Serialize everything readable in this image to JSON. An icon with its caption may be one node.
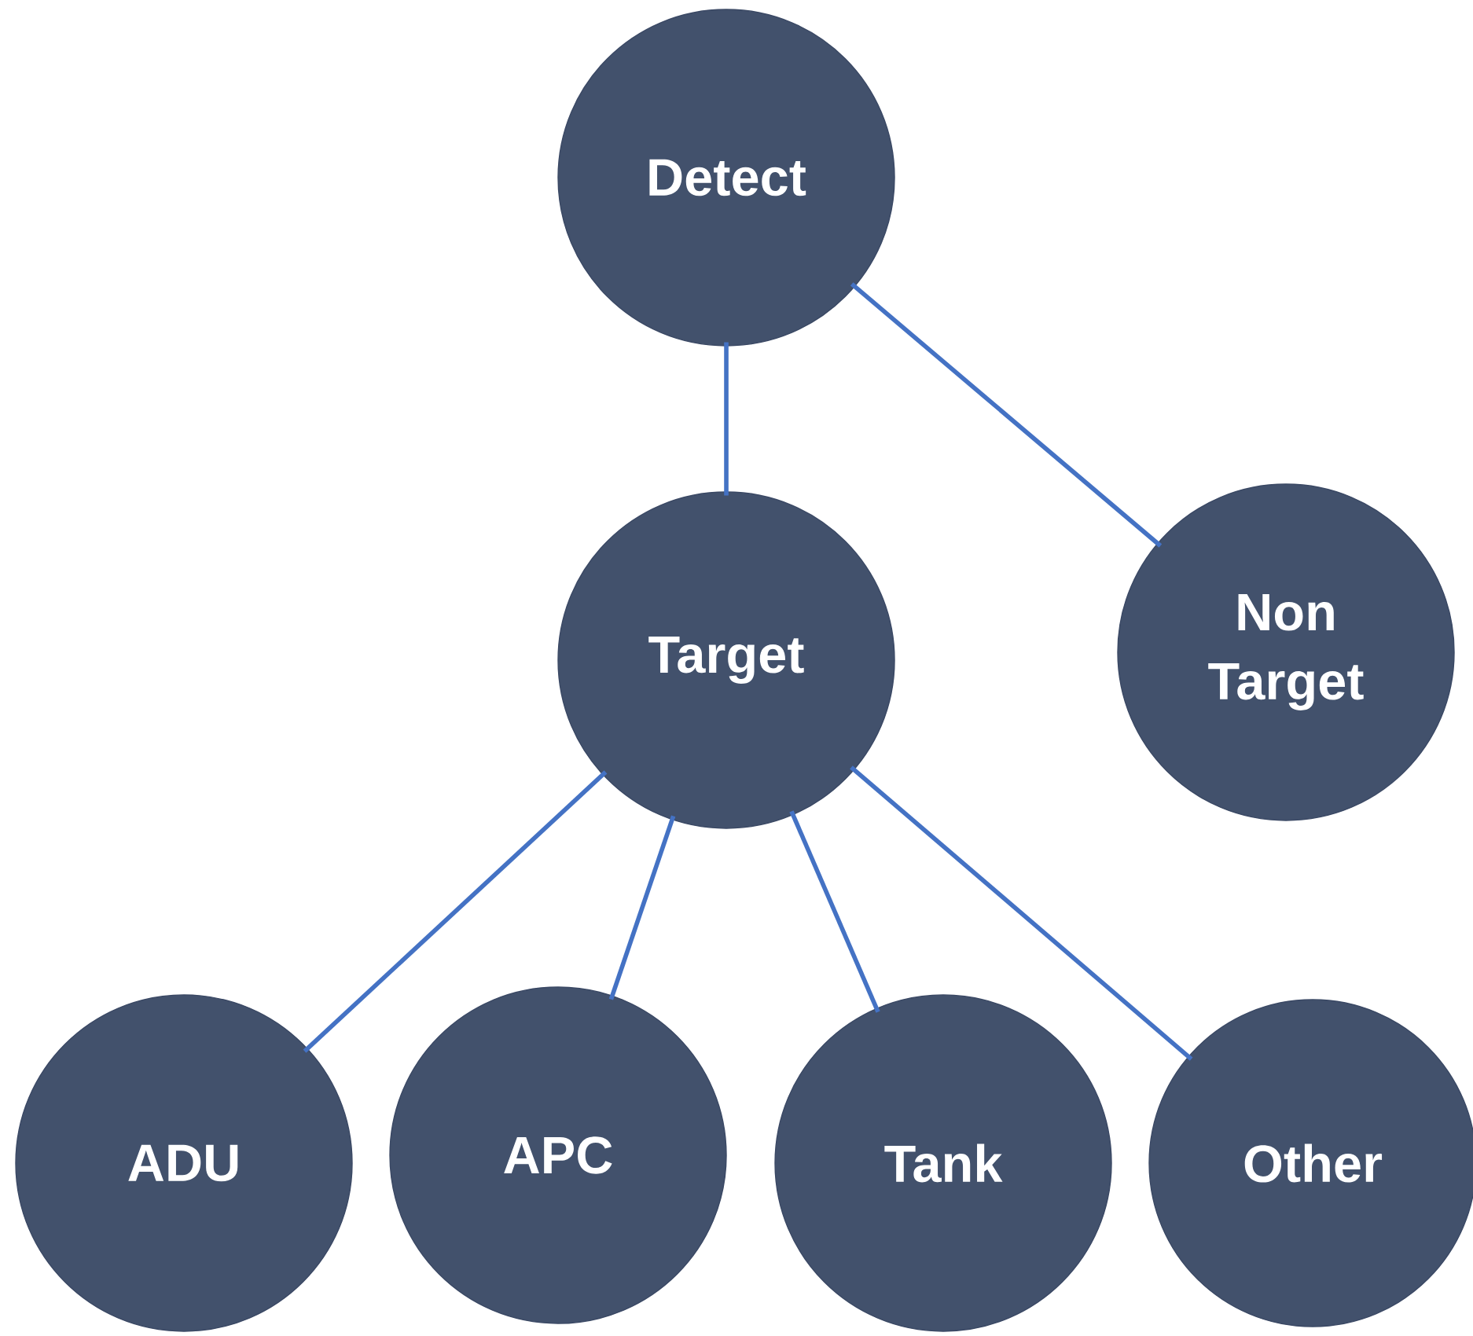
{
  "diagram": {
    "nodes": [
      {
        "text": [
          "Detect"
        ]
      },
      {
        "text": [
          "Target"
        ]
      },
      {
        "text": [
          "Non Target"
        ]
      },
      {
        "text": [
          "ADU"
        ]
      },
      {
        "text": [
          "APC"
        ]
      },
      {
        "text": [
          "Tank"
        ]
      },
      {
        "text": [
          "Other"
        ]
      }
    ],
    "edges": [
      {
        "from": 0,
        "to": 1,
        "arrow": "none"
      },
      {
        "from": 0,
        "to": 2,
        "arrow": "none"
      },
      {
        "from": 1,
        "to": 3,
        "arrow": "none"
      },
      {
        "from": 1,
        "to": 4,
        "arrow": "none"
      },
      {
        "from": 1,
        "to": 5,
        "arrow": "none"
      },
      {
        "from": 1,
        "to": 6,
        "arrow": "none"
      }
    ]
  }
}
